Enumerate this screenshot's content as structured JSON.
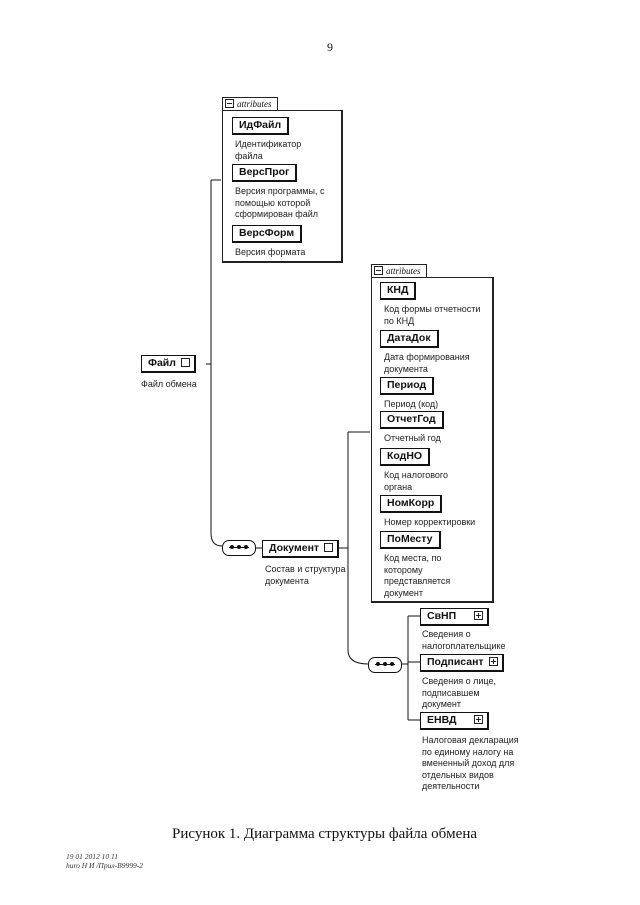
{
  "page_number": "9",
  "attributes_tab": "attributes",
  "root": {
    "name": "Файл",
    "desc": "Файл обмена"
  },
  "file_attributes": [
    {
      "name": "ИдФайл",
      "desc": "Идентификатор файла"
    },
    {
      "name": "ВерсПрог",
      "desc": "Версия программы, с помощью которой сформирован файл"
    },
    {
      "name": "ВерсФорм",
      "desc": "Версия формата"
    }
  ],
  "document": {
    "name": "Документ",
    "desc": "Состав и структура документа"
  },
  "document_attributes": [
    {
      "name": "КНД",
      "desc": "Код формы отчетности по КНД"
    },
    {
      "name": "ДатаДок",
      "desc": "Дата формирования документа"
    },
    {
      "name": "Период",
      "desc": "Период (код)"
    },
    {
      "name": "ОтчетГод",
      "desc": "Отчетный год"
    },
    {
      "name": "КодНО",
      "desc": "Код налогового органа"
    },
    {
      "name": "НомКорр",
      "desc": "Номер корректировки"
    },
    {
      "name": "ПоМесту",
      "desc": "Код места, по которому представляется документ"
    }
  ],
  "document_children": [
    {
      "name": "СвНП",
      "desc": "Сведения о налогоплательщике"
    },
    {
      "name": "Подписант",
      "desc": "Сведения о лице, подписавшем документ"
    },
    {
      "name": "ЕНВД",
      "desc": "Налоговая декларация по единому налогу на вмененный доход для отдельных видов деятельности"
    }
  ],
  "caption": "Рисунок 1. Диаграмма структуры файла обмена",
  "footer_stamp": [
    "19 01 2012 10 11",
    "huro Н И /Прил-В9999-2"
  ]
}
